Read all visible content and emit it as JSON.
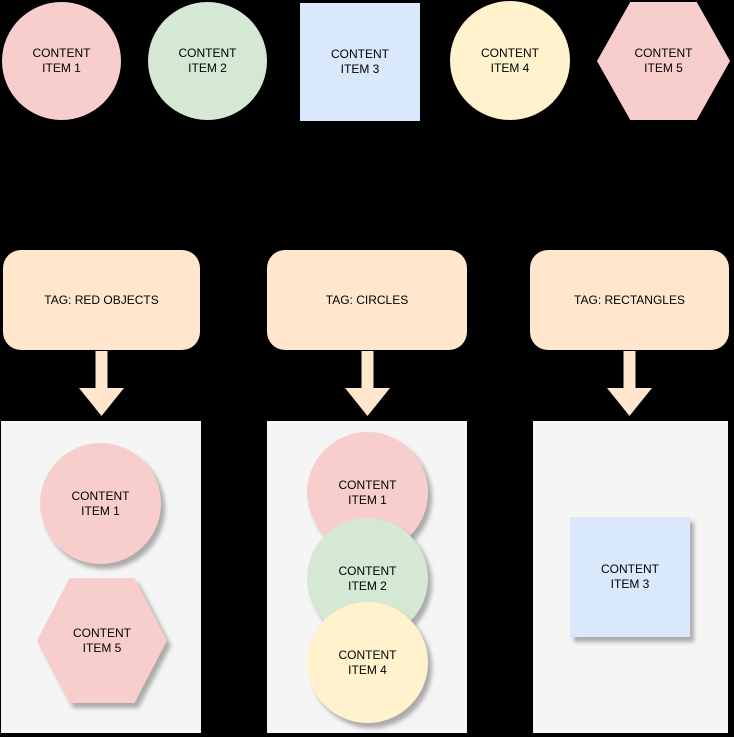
{
  "colors": {
    "background": "#000000",
    "pink": "#f8cecc",
    "green": "#d5e8d4",
    "blue": "#dae8fc",
    "yellow": "#fff2cc",
    "tag_fill": "#ffe6cc",
    "container_fill": "#f5f5f5",
    "text": "#000000"
  },
  "top_items": [
    {
      "label": "CONTENT\nITEM 1",
      "shape": "circle",
      "fill": "#f8cecc"
    },
    {
      "label": "CONTENT\nITEM 2",
      "shape": "circle",
      "fill": "#d5e8d4"
    },
    {
      "label": "CONTENT\nITEM 3",
      "shape": "square",
      "fill": "#dae8fc"
    },
    {
      "label": "CONTENT\nITEM 4",
      "shape": "circle",
      "fill": "#fff2cc"
    },
    {
      "label": "CONTENT\nITEM 5",
      "shape": "hexagon",
      "fill": "#f8cecc"
    }
  ],
  "tags": [
    {
      "label": "TAG: RED OBJECTS"
    },
    {
      "label": "TAG: CIRCLES"
    },
    {
      "label": "TAG: RECTANGLES"
    }
  ],
  "containers": [
    {
      "items": [
        {
          "label": "CONTENT\nITEM 1",
          "shape": "circle",
          "fill": "#f8cecc"
        },
        {
          "label": "CONTENT\nITEM 5",
          "shape": "hexagon",
          "fill": "#f8cecc"
        }
      ]
    },
    {
      "items": [
        {
          "label": "CONTENT\nITEM 1",
          "shape": "circle",
          "fill": "#f8cecc"
        },
        {
          "label": "CONTENT\nITEM 2",
          "shape": "circle",
          "fill": "#d5e8d4"
        },
        {
          "label": "CONTENT\nITEM 4",
          "shape": "circle",
          "fill": "#fff2cc"
        }
      ]
    },
    {
      "items": [
        {
          "label": "CONTENT\nITEM 3",
          "shape": "square",
          "fill": "#dae8fc"
        }
      ]
    }
  ]
}
